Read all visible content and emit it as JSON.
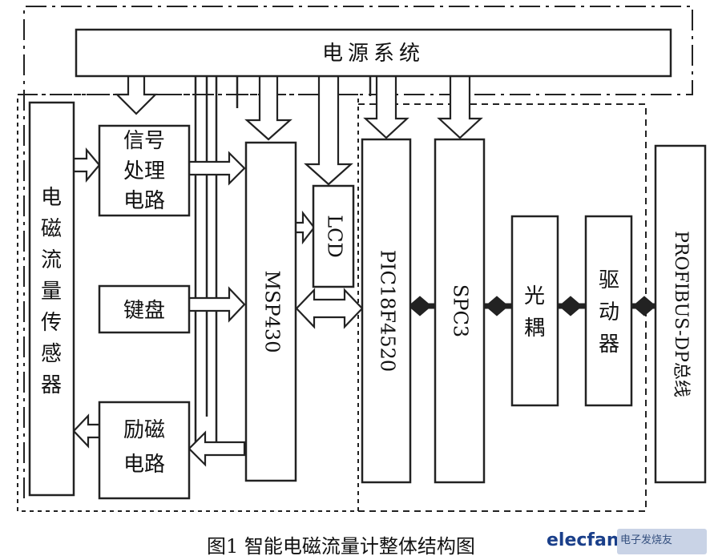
{
  "blocks": {
    "power": "电源系统",
    "sensor": [
      "电",
      "磁",
      "流",
      "量",
      "传",
      "感",
      "器"
    ],
    "signal": [
      "信号",
      "处理",
      "电路"
    ],
    "keyboard": "键盘",
    "excite": [
      "励磁",
      "电路"
    ],
    "msp": "MSP430",
    "lcd": "LCD",
    "pic": "PIC18F4520",
    "spc": "SPC3",
    "opto": [
      "光",
      "耦"
    ],
    "driver": [
      "驱",
      "动",
      "器"
    ],
    "bus": "PROFIBUS-DP总线"
  },
  "caption": "图1  智能电磁流量计整体结构图",
  "watermark": {
    "site": "elecfans.com",
    "badge": "电子发烧友"
  }
}
